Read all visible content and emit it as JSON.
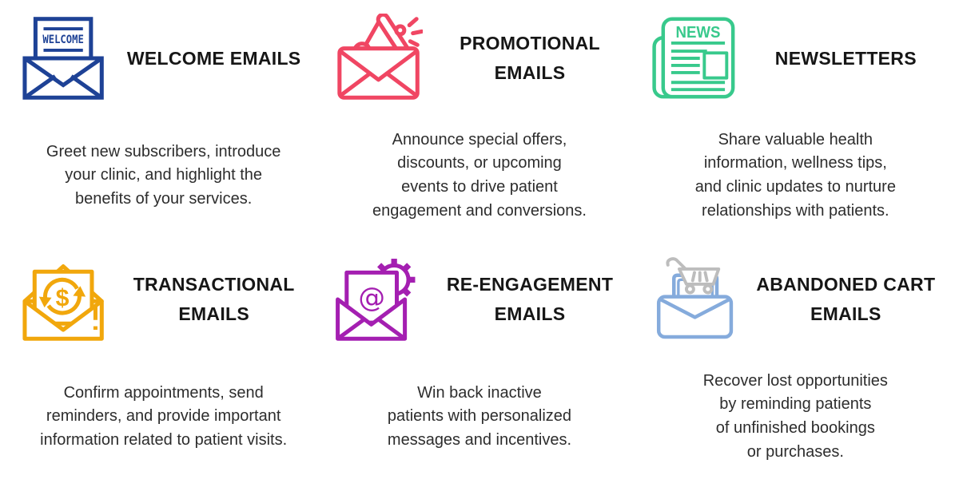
{
  "page": {
    "background": "#ffffff",
    "title_color": "#161616",
    "body_color": "#2d2d2d"
  },
  "cards": [
    {
      "title": "WELCOME EMAILS",
      "description": "Greet new subscribers, introduce your clinic, and highlight the benefits of your services.",
      "icon": "welcome-letter-envelope-icon",
      "icon_text": "WELCOME",
      "color": "#1e4296"
    },
    {
      "title": "PROMOTIONAL EMAILS",
      "description": "Announce special offers, discounts, or upcoming events to drive patient engagement and conversions.",
      "icon": "megaphone-envelope-icon",
      "color": "#f04663"
    },
    {
      "title": "NEWSLETTERS",
      "description": "Share valuable health information, wellness tips, and clinic updates to nurture relationships with patients.",
      "icon": "news-newspaper-icon",
      "icon_text": "NEWS",
      "color": "#38c98c"
    },
    {
      "title": "TRANSACTIONAL EMAILS",
      "description": "Confirm appointments, send reminders, and provide important information related to patient visits.",
      "icon": "dollar-refresh-envelope-icon",
      "icon_text": "$",
      "color": "#f1a70c"
    },
    {
      "title": "RE-ENGAGEMENT EMAILS",
      "description": "Win back inactive patients with personalized messages and incentives.",
      "icon": "at-gear-envelope-icon",
      "icon_text": "@",
      "color": "#a41fb1"
    },
    {
      "title": "ABANDONED CART EMAILS",
      "description": "Recover lost opportunities by reminding patients of unfinished bookings or purchases.",
      "icon": "shopping-cart-envelope-icon",
      "color": "#85abdc",
      "cart_color": "#bdbdbd"
    }
  ]
}
